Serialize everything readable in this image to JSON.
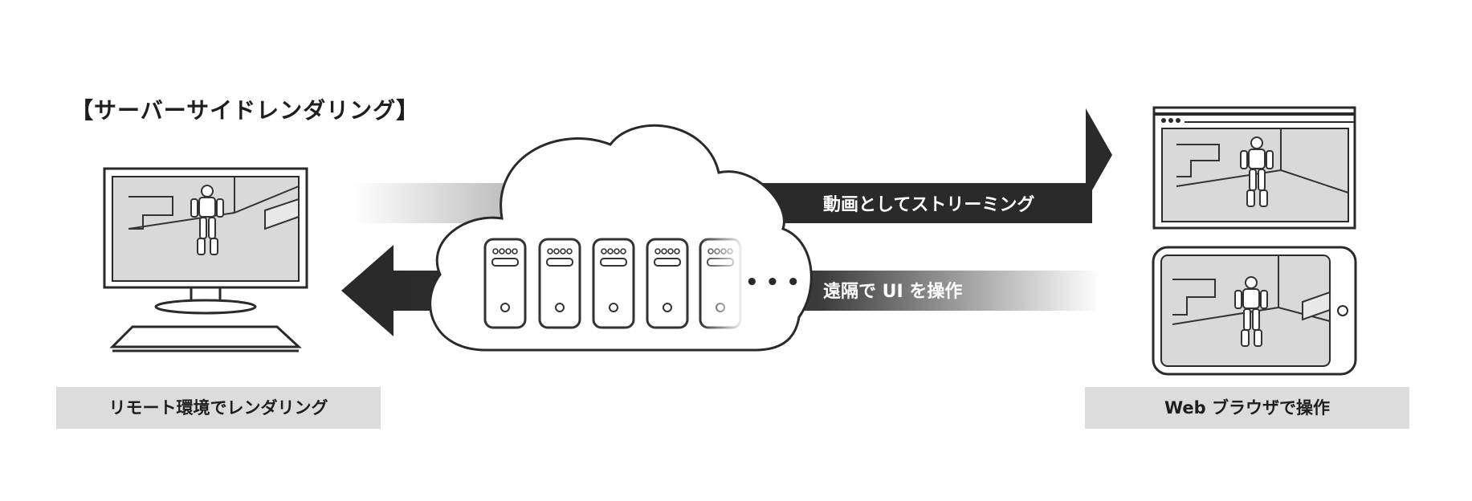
{
  "diagram": {
    "title": "【サーバーサイドレンダリング】",
    "left_caption": "リモート環境でレンダリング",
    "right_caption": "Web ブラウザで操作",
    "arrow_top_label": "動画としてストリーミング",
    "arrow_bottom_label": "遠隔で UI を操作",
    "ellipsis": "• • •"
  }
}
